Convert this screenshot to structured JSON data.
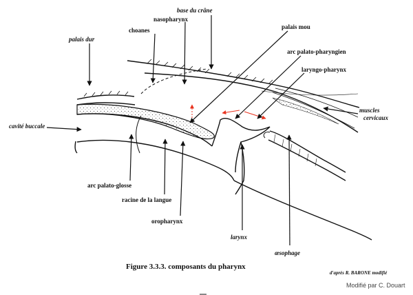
{
  "labels": {
    "base_du_crane": "base du crâne",
    "nasopharynx": "nasopharynx",
    "choanes": "choanes",
    "palais_dur": "palais dur",
    "palais_mou": "palais mou",
    "arc_palato_pharyngien": "arc palato-pharyngien",
    "laryngo_pharynx": "laryngo-pharynx",
    "cavite_buccale": "cavité buccale",
    "muscles_cervicaux_1": "muscles",
    "muscles_cervicaux_2": "cervicaux",
    "arc_palato_glosse": "arc palato-glosse",
    "racine_langue": "racine de la langue",
    "oropharynx": "oropharynx",
    "larynx": "larynx",
    "oesophage": "œsophage"
  },
  "caption": "Figure 3.3.3. composants du pharynx",
  "source_credit": "d'après R. BARONE modifié",
  "modified_by": "Modifié par C. Douart",
  "colors": {
    "line": "#111111",
    "accent_arrow": "#e8321e"
  }
}
